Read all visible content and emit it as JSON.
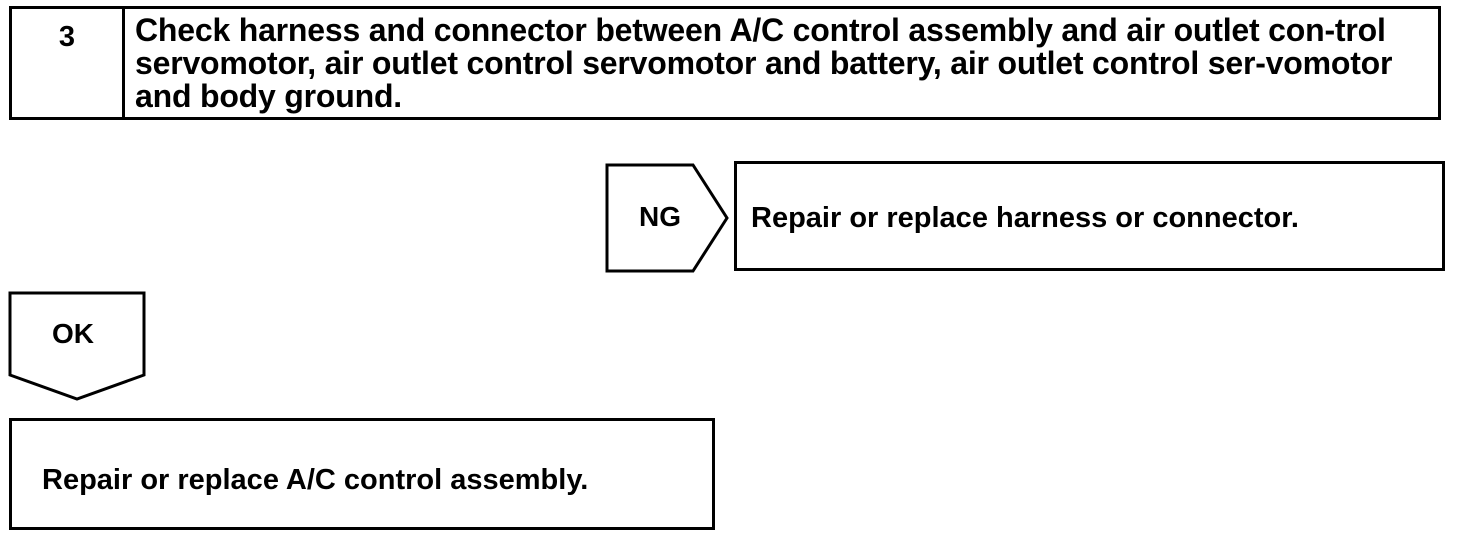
{
  "step": {
    "number": "3",
    "title": "Check harness and connector between A/C control assembly and air outlet con-trol servomotor, air outlet control servomotor and battery, air outlet control ser-vomotor and body ground."
  },
  "ng_branch": {
    "label": "NG",
    "result": "Repair or replace harness or connector."
  },
  "ok_branch": {
    "label": "OK",
    "result": "Repair or replace A/C control assembly."
  }
}
